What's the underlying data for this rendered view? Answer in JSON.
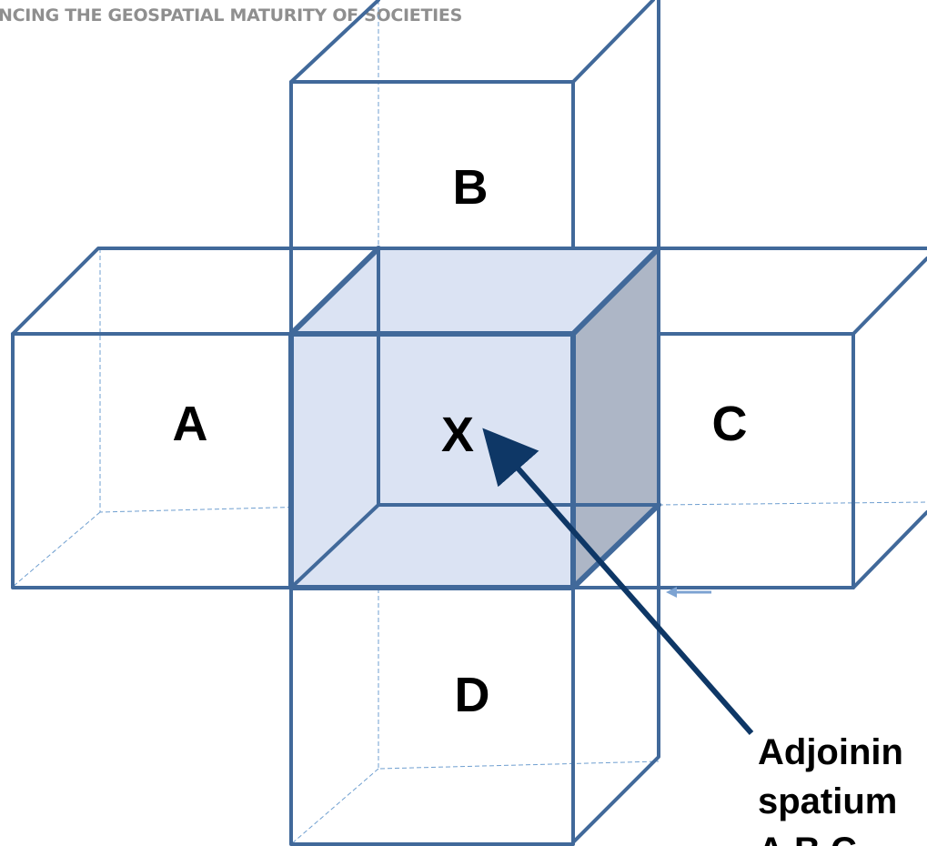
{
  "header": {
    "text": "NCING THE GEOSPATIAL MATURITY OF SOCIETIES"
  },
  "cells": {
    "a": "A",
    "b": "B",
    "c": "C",
    "d": "D",
    "x": "X"
  },
  "callout": {
    "line1": "Adjoinin",
    "line2": "spatium",
    "line3": "A,B,C, "
  },
  "colors": {
    "edge": "#41699a",
    "center_fill": "#dbe3f3",
    "side_face": "#adb6c6",
    "arrow": "#0e3766",
    "hidden_edge": "#6f9fd0"
  }
}
